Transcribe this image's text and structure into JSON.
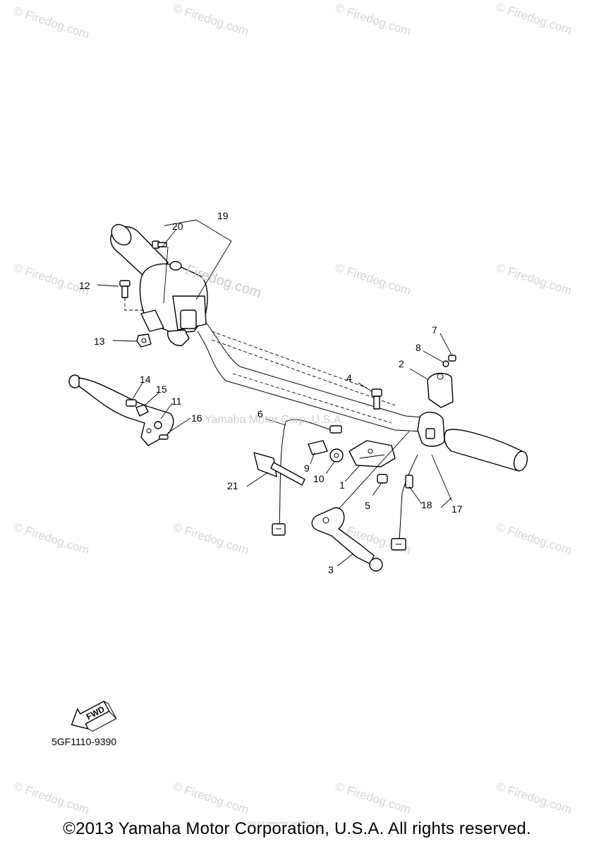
{
  "diagram": {
    "code": "5GF1110-9390",
    "copyright": "©2013 Yamaha Motor Corporation, U.S.A. All rights reserved.",
    "micro_copyright": "(c) 2005-2016 Yamaha Motor Corporation, U.S.A.",
    "fwd_label": "FWD",
    "watermark": "© Firedog.com",
    "center_watermark": "Firedog.com",
    "inner_watermark": "Yamaha Motor Corp. U.S.A.",
    "callouts": [
      "1",
      "2",
      "3",
      "4",
      "5",
      "6",
      "7",
      "8",
      "9",
      "10",
      "11",
      "12",
      "13",
      "14",
      "15",
      "16",
      "17",
      "18",
      "19",
      "20",
      "21"
    ]
  }
}
